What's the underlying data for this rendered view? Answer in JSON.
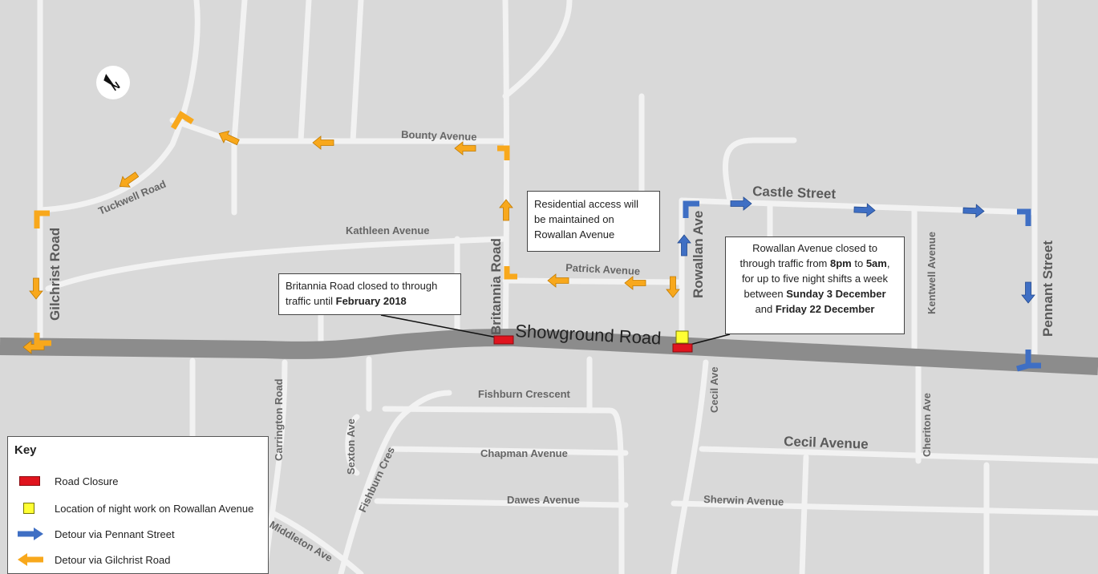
{
  "roads": {
    "showground_road": "Showground Road",
    "bounty_avenue": "Bounty Avenue",
    "tuckwell_road": "Tuckwell Road",
    "kathleen_avenue": "Kathleen Avenue",
    "gilchrist_road": "Gilchrist Road",
    "britannia_road": "Britannia Road",
    "patrick_avenue": "Patrick Avenue",
    "rowallan_ave": "Rowallan Ave",
    "castle_street": "Castle Street",
    "kentwell_avenue": "Kentwell Avenue",
    "pennant_street": "Pennant Street",
    "carrington_road": "Carrington Road",
    "fishburn_crescent": "Fishburn Crescent",
    "sexton_ave": "Sexton Ave",
    "fishburn_cres": "Fishburn Cres",
    "chapman_avenue": "Chapman Avenue",
    "dawes_avenue": "Dawes Avenue",
    "middleton_ave": "Middleton Ave",
    "cecil_ave": "Cecil Ave",
    "cecil_avenue": "Cecil Avenue",
    "sherwin_avenue": "Sherwin Avenue",
    "cheriton_ave": "Cheriton Ave"
  },
  "callouts": {
    "residential": {
      "line1": "Residential access will",
      "line2": "be maintained on",
      "line3": "Rowallan Avenue"
    },
    "britannia": {
      "line1": "Britannia Road closed to through",
      "line2_prefix": "traffic until ",
      "line2_bold": "February 2018"
    },
    "rowallan": {
      "line1": "Rowallan Avenue closed to",
      "line2_prefix": "through traffic from ",
      "line2_bold1": "8pm",
      "line2_mid": " to ",
      "line2_bold2": "5am",
      "line2_suffix": ",",
      "line3": "for up to five night shifts a week",
      "line4_prefix": "between ",
      "line4_bold": "Sunday 3 December",
      "line5_prefix": "and ",
      "line5_bold": "Friday 22 December"
    }
  },
  "compass": {
    "letter": "N"
  },
  "legend": {
    "title": "Key",
    "items": [
      {
        "label": "Road Closure",
        "symbol": "road-closure-bar"
      },
      {
        "label": "Location of night work on Rowallan Avenue",
        "symbol": "night-work-square"
      },
      {
        "label": "Detour via Pennant Street",
        "symbol": "blue-arrow"
      },
      {
        "label": "Detour via Gilchrist Road",
        "symbol": "orange-arrow"
      }
    ]
  },
  "colors": {
    "background": "#d9d9d9",
    "minor_road": "#f2f2f2",
    "main_road": "#8c8c8c",
    "closure_red": "#e0141e",
    "night_work_yellow": "#ffff33",
    "detour_blue": "#3f6fc4",
    "detour_orange": "#f8a81c"
  }
}
